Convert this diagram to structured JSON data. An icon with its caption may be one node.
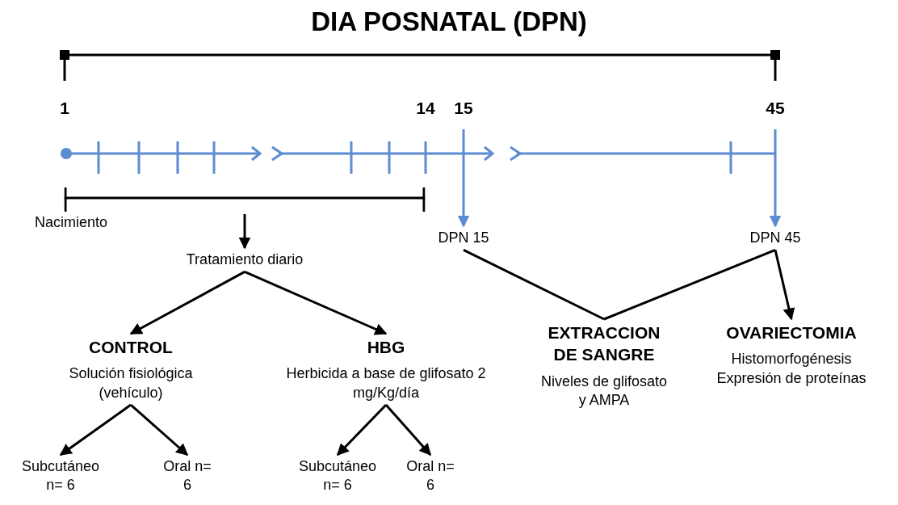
{
  "diagram": {
    "title": "DIA POSNATAL (DPN)",
    "nodes": [
      {
        "text": [],
        "shape": "bar"
      },
      {
        "text": [
          "DPN 15"
        ]
      },
      {
        "text": [
          "DPN 45"
        ]
      },
      {
        "text": [
          "Tratamiento diario"
        ]
      },
      {
        "text": [
          "CONTROL",
          "Solución fisiológica (vehículo)"
        ]
      },
      {
        "text": [
          "HBG",
          "Herbicida a base de glifosato 2 mg/Kg/día"
        ]
      },
      {
        "text": [
          "EXTRACCION DE SANGRE",
          "Niveles de glifosato y AMPA"
        ]
      },
      {
        "text": [
          "OVARIECTOMIA",
          "Histomorfogénesis",
          "Expresión de proteínas"
        ]
      },
      {
        "text": [
          "Subcutáneo n= 6"
        ]
      },
      {
        "text": [
          "Oral n= 6"
        ]
      },
      {
        "text": [
          "Subcutáneo n= 6"
        ]
      },
      {
        "text": [
          "Oral n= 6"
        ]
      }
    ],
    "edges": [
      {
        "from": 0,
        "to": 3,
        "arrow": "to"
      },
      {
        "from": null,
        "to": 1,
        "arrow": "to",
        "color": "#5b8bd0"
      },
      {
        "from": null,
        "to": 2,
        "arrow": "to",
        "color": "#5b8bd0"
      },
      {
        "from": 1,
        "to": 6,
        "arrow": "none"
      },
      {
        "from": 2,
        "to": 6,
        "arrow": "none"
      },
      {
        "from": 2,
        "to": 7,
        "arrow": "to"
      },
      {
        "from": 3,
        "to": 4,
        "arrow": "to"
      },
      {
        "from": 3,
        "to": 5,
        "arrow": "to"
      },
      {
        "from": 4,
        "to": 8,
        "arrow": "to"
      },
      {
        "from": 4,
        "to": 9,
        "arrow": "to"
      },
      {
        "from": 5,
        "to": 10,
        "arrow": "to"
      },
      {
        "from": 5,
        "to": 11,
        "arrow": "to"
      }
    ],
    "labels": [
      "1",
      "14",
      "15",
      "45",
      "Nacimiento"
    ]
  }
}
